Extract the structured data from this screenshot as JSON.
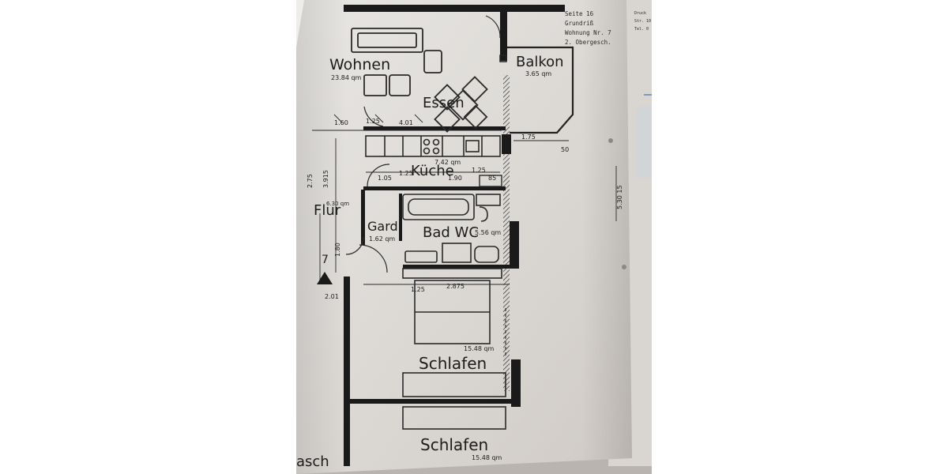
{
  "header": {
    "seite": "Seite 16",
    "grundriss": "Grundriß",
    "wohnung": "Wohnung Nr. 7",
    "geschoss": "2. Obergesch.",
    "side_note_1": "Druck",
    "side_note_2": "Str. 10",
    "side_note_3": "Tel. 0"
  },
  "rooms": {
    "wohnen": {
      "label": "Wohnen",
      "area": "23.84 qm"
    },
    "essen": {
      "label": "Essen"
    },
    "balkon": {
      "label": "Balkon",
      "area": "3.65 qm"
    },
    "kueche": {
      "label": "Küche",
      "area": "7.42 qm"
    },
    "flur": {
      "label": "Flur",
      "area": "6.30 qm"
    },
    "gard": {
      "label": "Gard",
      "area": "1.62 qm"
    },
    "bad": {
      "label": "Bad WC",
      "area": "5.56 qm"
    },
    "schlafen": {
      "label": "Schlafen",
      "area": "15.48 qm"
    },
    "schlafen_lower": {
      "label": "Schlafen",
      "area": "15.48 qm"
    }
  },
  "dimensions": {
    "d160": "1.60",
    "d125a": "1.25",
    "d401": "4.01",
    "d175": "1.75",
    "d50": "50",
    "d105": "1.05",
    "d125b": "1.25",
    "d190": "1.90",
    "d125c": "1.25",
    "d85": "85",
    "d275": "2.75",
    "d3915": "3.915",
    "d180": "1.80",
    "d201": "2.01",
    "d125d": "1.25",
    "d2875": "2.875",
    "d53015": "5.30 15"
  },
  "marker": {
    "apartment_number": "7"
  },
  "bottom_left_fragment": "asch"
}
